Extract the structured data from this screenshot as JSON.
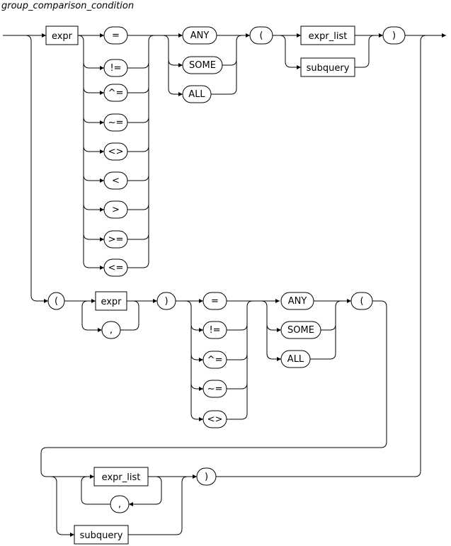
{
  "title": "group_comparison_condition",
  "nodes": {
    "expr_a": "expr",
    "op_eq_a": "=",
    "op_ne_a": "!=",
    "op_caret_a": "^=",
    "op_tilde_a": "~=",
    "op_ltgt_a": "<>",
    "op_lt_a": "<",
    "op_gt_a": ">",
    "op_ge_a": ">=",
    "op_le_a": "<=",
    "any_a": "ANY",
    "some_a": "SOME",
    "all_a": "ALL",
    "lparen_a": "(",
    "exprlist_a": "expr_list",
    "subquery_a": "subquery",
    "rparen_a": ")",
    "lparen_b": "(",
    "expr_b": "expr",
    "comma_b": ",",
    "rparen_b": ")",
    "op_eq_b": "=",
    "op_ne_b": "!=",
    "op_caret_b": "^=",
    "op_tilde_b": "~=",
    "op_ltgt_b": "<>",
    "any_b": "ANY",
    "some_b": "SOME",
    "all_b": "ALL",
    "lparen_c": "(",
    "exprlist_c": "expr_list",
    "comma_c": ",",
    "subquery_c": "subquery",
    "rparen_c": ")"
  }
}
